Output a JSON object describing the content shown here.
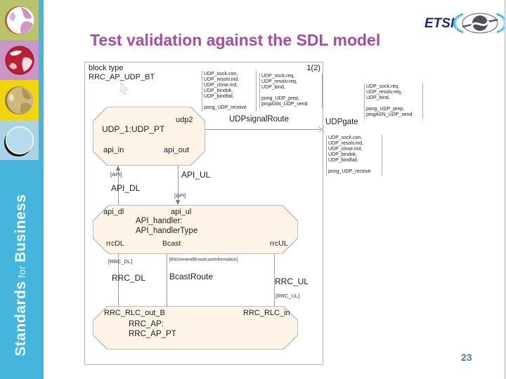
{
  "slide": {
    "title": "Test validation against the SDL model",
    "page_number": "23"
  },
  "logo": {
    "text": "ETSI"
  },
  "sidebar": {
    "word_top": "Standards",
    "word_mid": "for",
    "word_bottom": "Business"
  },
  "colors": {
    "sidebar_blue": "#45b5de",
    "title_magenta": "#a94ba3",
    "octagon_fill": "#fdf3e6",
    "tile_olive": "#b9c36b",
    "tile_lilac": "#c897c8",
    "tile_yellow": "#f2d40d",
    "tile_lightblue": "#aad4e6"
  },
  "diagram": {
    "kind_label": "block type",
    "name_label": "RRC_AP_UDP_BT",
    "page_label": "1(2)",
    "blocks": {
      "udp": {
        "label": "UDP_1:UDP_PT",
        "gate_inner": "udp2",
        "gate_api_in": "api_in",
        "gate_api_out": "api_out"
      },
      "api_handler": {
        "label": "API_handler:\nAPI_handlerType",
        "gate_api_dl": "api_dl",
        "gate_api_ul": "api_ul",
        "gate_rrcdl": "rrcDL",
        "gate_bcast": "Bcast",
        "gate_rrcul": "rrcUL"
      },
      "rrc_ap": {
        "label": "RRC_AP:\nRRC_AP_PT",
        "gate_out": "RRC_RLC_out_B",
        "gate_in": "RRC_RLC_in"
      }
    },
    "channels": {
      "udp_route": {
        "label": "UDPsignalRoute",
        "gate": "UDPgate"
      },
      "api_dl": {
        "label": "API_DL",
        "siglist": "[API]"
      },
      "api_ul": {
        "label": "API_UL",
        "siglist": "[API]"
      },
      "rrc_dl": {
        "label": "RRC_DL",
        "siglist": "[RRC_DL]"
      },
      "bcast": {
        "label": "BcastRoute",
        "siglist": "[RlcGeneralBroadcastInformation]"
      },
      "rrc_ul": {
        "label": "RRC_UL",
        "siglist": "[RRC_UL]"
      }
    },
    "signal_lists": {
      "udp_in": [
        "UDP_sock.con,",
        "UDP_resolv.ind,",
        "UDP_close.ind,",
        "UDP_bindok,",
        "UDP_bindfail,",
        "",
        "pong_UDP_receive"
      ],
      "udp_out": [
        "UDP_sock.req,",
        "UDP_resolv.req,",
        "UDP_bind,",
        "",
        "pong_UDP_prep,",
        "pingASN_UDP_send"
      ]
    }
  }
}
